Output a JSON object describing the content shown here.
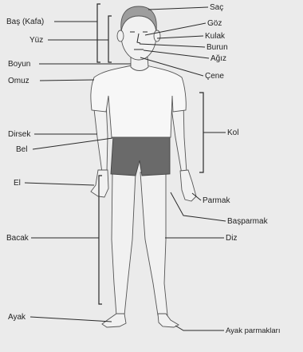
{
  "labels": {
    "bas": "Baş (Kafa)",
    "yuz": "Yüz",
    "boyun": "Boyun",
    "omuz": "Omuz",
    "dirsek": "Dirsek",
    "bel": "Bel",
    "el": "El",
    "bacak": "Bacak",
    "ayak": "Ayak",
    "sac": "Saç",
    "goz": "Göz",
    "kulak": "Kulak",
    "burun": "Burun",
    "agiz": "Ağız",
    "cene": "Çene",
    "kol": "Kol",
    "parmak": "Parmak",
    "basparmak": "Başparmak",
    "diz": "Diz",
    "ayak_parmaklari": "Ayak parmakları"
  },
  "colors": {
    "background": "#ebebeb",
    "shorts": "#6a6a6a",
    "hair": "#9d9d9d"
  }
}
